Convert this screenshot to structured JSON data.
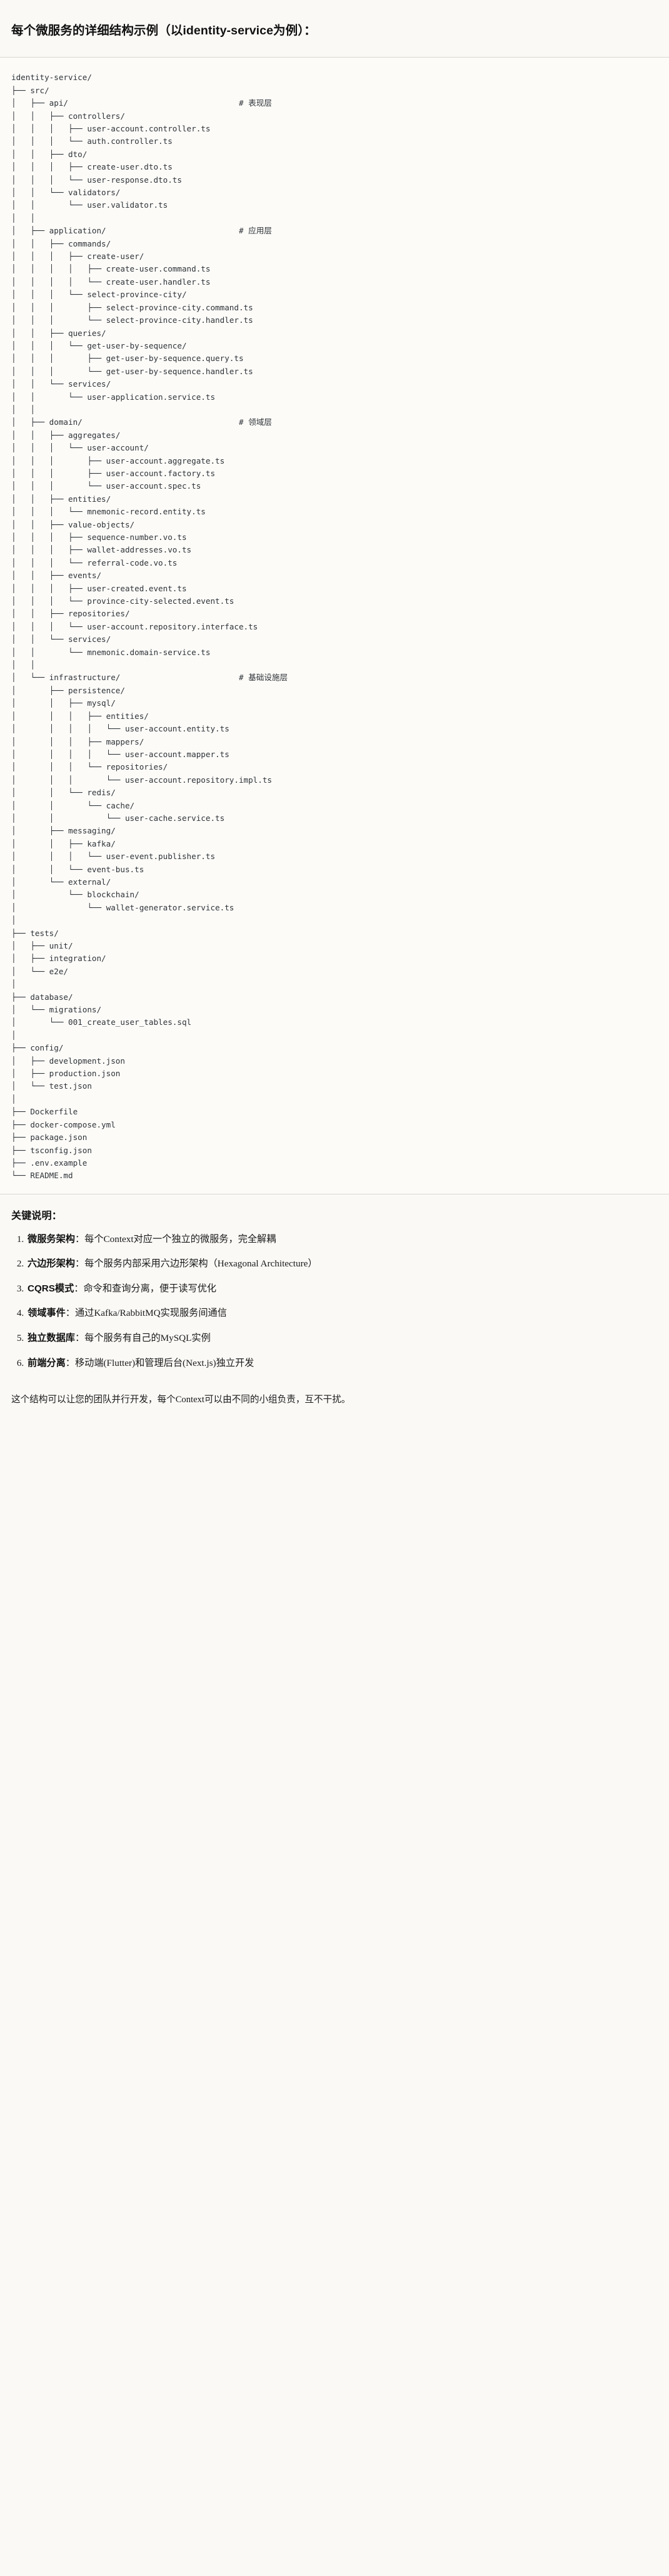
{
  "document": {
    "title": "每个微服务的详细结构示例（以identity-service为例）：",
    "tree_text": "identity-service/\n├── src/\n│   ├── api/                                    # 表现层\n│   │   ├── controllers/\n│   │   │   ├── user-account.controller.ts\n│   │   │   └── auth.controller.ts\n│   │   ├── dto/\n│   │   │   ├── create-user.dto.ts\n│   │   │   └── user-response.dto.ts\n│   │   └── validators/\n│   │       └── user.validator.ts\n│   │\n│   ├── application/                            # 应用层\n│   │   ├── commands/\n│   │   │   ├── create-user/\n│   │   │   │   ├── create-user.command.ts\n│   │   │   │   └── create-user.handler.ts\n│   │   │   └── select-province-city/\n│   │   │       ├── select-province-city.command.ts\n│   │   │       └── select-province-city.handler.ts\n│   │   ├── queries/\n│   │   │   └── get-user-by-sequence/\n│   │   │       ├── get-user-by-sequence.query.ts\n│   │   │       └── get-user-by-sequence.handler.ts\n│   │   └── services/\n│   │       └── user-application.service.ts\n│   │\n│   ├── domain/                                 # 领域层\n│   │   ├── aggregates/\n│   │   │   └── user-account/\n│   │   │       ├── user-account.aggregate.ts\n│   │   │       ├── user-account.factory.ts\n│   │   │       └── user-account.spec.ts\n│   │   ├── entities/\n│   │   │   └── mnemonic-record.entity.ts\n│   │   ├── value-objects/\n│   │   │   ├── sequence-number.vo.ts\n│   │   │   ├── wallet-addresses.vo.ts\n│   │   │   └── referral-code.vo.ts\n│   │   ├── events/\n│   │   │   ├── user-created.event.ts\n│   │   │   └── province-city-selected.event.ts\n│   │   ├── repositories/\n│   │   │   └── user-account.repository.interface.ts\n│   │   └── services/\n│   │       └── mnemonic.domain-service.ts\n│   │\n│   └── infrastructure/                         # 基础设施层\n│       ├── persistence/\n│       │   ├── mysql/\n│       │   │   ├── entities/\n│       │   │   │   └── user-account.entity.ts\n│       │   │   ├── mappers/\n│       │   │   │   └── user-account.mapper.ts\n│       │   │   └── repositories/\n│       │   │       └── user-account.repository.impl.ts\n│       │   └── redis/\n│       │       └── cache/\n│       │           └── user-cache.service.ts\n│       ├── messaging/\n│       │   ├── kafka/\n│       │   │   └── user-event.publisher.ts\n│       │   └── event-bus.ts\n│       └── external/\n│           └── blockchain/\n│               └── wallet-generator.service.ts\n│\n├── tests/\n│   ├── unit/\n│   ├── integration/\n│   └── e2e/\n│\n├── database/\n│   └── migrations/\n│       └── 001_create_user_tables.sql\n│\n├── config/\n│   ├── development.json\n│   ├── production.json\n│   └── test.json\n│\n├── Dockerfile\n├── docker-compose.yml\n├── package.json\n├── tsconfig.json\n├── .env.example\n└── README.md",
    "keys_heading": "关键说明：",
    "keys": [
      {
        "term": "微服务架构",
        "sep": "：",
        "desc": "每个Context对应一个独立的微服务，完全解耦"
      },
      {
        "term": "六边形架构",
        "sep": "：",
        "desc": "每个服务内部采用六边形架构（Hexagonal Architecture）"
      },
      {
        "term": "CQRS模式",
        "sep": "：",
        "desc": "命令和查询分离，便于读写优化"
      },
      {
        "term": "领域事件",
        "sep": "：",
        "desc": "通过Kafka/RabbitMQ实现服务间通信"
      },
      {
        "term": "独立数据库",
        "sep": "：",
        "desc": "每个服务有自己的MySQL实例"
      },
      {
        "term": "前端分离",
        "sep": "：",
        "desc": "移动端(Flutter)和管理后台(Next.js)独立开发"
      }
    ],
    "closing": "这个结构可以让您的团队并行开发，每个Context可以由不同的小组负责，互不干扰。"
  },
  "colors": {
    "page_bg": "#faf9f6",
    "code_bg": "#fcfbf8",
    "rule": "#d9d7d1",
    "text": "#1a1a1a",
    "code_text": "#2e3338"
  }
}
